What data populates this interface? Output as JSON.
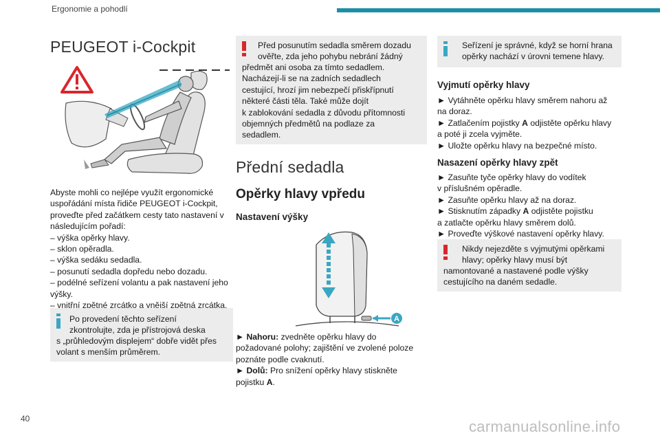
{
  "header": {
    "section": "Ergonomie a pohodlí",
    "accent": "#1d8fa6"
  },
  "page_number": "40",
  "watermark": "carmanualsonline.info",
  "icons": [
    "warning-icon",
    "info-icon"
  ],
  "col1": {
    "title": "PEUGEOT i-Cockpit",
    "intro_lines": [
      "Abyste mohli co nejlépe využít ergonomické",
      "uspořádání místa řidiče PEUGEOT i-Cockpit,",
      "proveďte před začátkem cesty tato nastavení v",
      "následujícím pořadí:",
      "– výška opěrky hlavy.",
      "– sklon opěradla.",
      "– výška sedáku sedadla.",
      "– posunutí sedadla dopředu nebo dozadu.",
      "– podélné seřízení volantu a pak nastavení jeho",
      "výšky.",
      "– vnitřní zpětné zrcátko a vnější zpětná zrcátka."
    ],
    "info_lines": [
      "Po provedení těchto seřízení",
      "zkontrolujte, zda je přístrojová deska",
      "s „průhledovým displejem“ dobře vidět přes",
      "volant s menším průměrem."
    ]
  },
  "col2": {
    "warning_lines": [
      "Před posunutím sedadla směrem dozadu",
      "ověřte, zda jeho pohybu nebrání žádný",
      "předmět ani osoba za tímto sedadlem.",
      "Nacházejí-li se na zadních sedadlech",
      "cestující, hrozí jim nebezpečí přiskřípnutí",
      "některé části těla. Také může dojít",
      "k zablokování sedadla z důvodu přítomnosti",
      "objemných předmětů na podlaze za",
      "sedadlem."
    ],
    "section_title": "Přední sedadla",
    "subsection_title": "Opěrky hlavy vpředu",
    "height_title": "Nastavení výšky",
    "figure_label": "A",
    "up_label": "Nahoru:",
    "up_lines": [
      "zvedněte opěrku hlavy do",
      "požadované polohy; zajištění ve zvolené poloze",
      "poznáte podle cvaknutí."
    ],
    "down_label": "Dolů:",
    "down_lines": [
      "Pro snížení opěrky hlavy stiskněte",
      "pojistku"
    ],
    "down_end": "A",
    "down_period": "."
  },
  "col3": {
    "info_lines": [
      "Seřízení je správné, když se horní hrana",
      "opěrky nachází v úrovni temene hlavy."
    ],
    "remove_title": "Vyjmutí opěrky hlavy",
    "remove_1a": "► Vytáhněte opěrku hlavy směrem nahoru až",
    "remove_1b": "na doraz.",
    "remove_2a_pre": "► Zatlačením pojistky",
    "remove_2a_bold": "A",
    "remove_2a_post": "odjistěte opěrku hlavy",
    "remove_2b": "a poté ji zcela vyjměte.",
    "remove_3": "► Uložte opěrku hlavy na bezpečné místo.",
    "install_title": "Nasazení opěrky hlavy zpět",
    "install_1a": "► Zasuňte tyče opěrky hlavy do vodítek",
    "install_1b": "v příslušném opěradle.",
    "install_2": "► Zasuňte opěrku hlavy až na doraz.",
    "install_3a_pre": "► Stisknutím západky",
    "install_3a_bold": "A",
    "install_3a_post": "odjistěte pojistku",
    "install_3b": "a zatlačte opěrku hlavy směrem dolů.",
    "install_4": "► Proveďte výškové nastavení opěrky hlavy.",
    "warning_lines": [
      "Nikdy nejezděte s vyjmutými opěrkami",
      "hlavy; opěrky hlavy musí být",
      "namontované a nastavené podle výšky",
      "cestujícího na daném sedadle."
    ]
  }
}
